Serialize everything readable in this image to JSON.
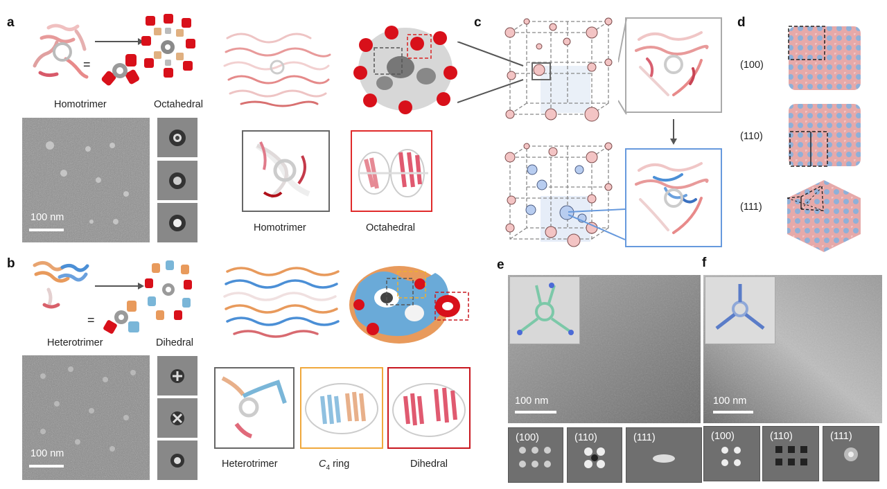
{
  "panels": {
    "a": {
      "letter": "a",
      "homotrimer_caption": "Homotrimer",
      "octahedral_caption": "Octahedral",
      "equals": "=",
      "scale_label": "100 nm",
      "inset_homotrimer_caption": "Homotrimer",
      "inset_octahedral_caption": "Octahedral",
      "colors": {
        "red": "#d8101a",
        "tan": "#e0b080",
        "gray": "#b0b0b0",
        "inset_gray_frame": "#666666",
        "inset_red_frame": "#e02a2a"
      }
    },
    "b": {
      "letter": "b",
      "heterotrimer_caption": "Heterotrimer",
      "dihedral_caption": "Dihedral",
      "equals": "=",
      "scale_label": "100 nm",
      "inset_heterotrimer_caption": "Heterotrimer",
      "inset_c4_caption_base": "C",
      "inset_c4_caption_sub": "4",
      "inset_c4_caption_rest": " ring",
      "inset_dihedral_caption": "Dihedral",
      "colors": {
        "orange": "#e89a5c",
        "blue": "#4b8fd6",
        "red": "#d8101a",
        "inset_gray_frame": "#666666",
        "inset_orange_frame": "#f0a83c",
        "inset_red_frame": "#c8161e"
      }
    },
    "c": {
      "letter": "c",
      "colors": {
        "pink": "#f3c4c4",
        "blue": "#b8cdf0",
        "gray_frame": "#aaaaaa",
        "blue_frame": "#6699dd"
      }
    },
    "d": {
      "letter": "d",
      "miller_indices": [
        "(100)",
        "(110)",
        "(111)"
      ]
    },
    "e": {
      "letter": "e",
      "scale_label": "100 nm",
      "class_labels": [
        "(100)",
        "(110)",
        "(111)"
      ]
    },
    "f": {
      "letter": "f",
      "scale_label": "100 nm",
      "class_labels": [
        "(100)",
        "(110)",
        "(111)"
      ]
    }
  }
}
